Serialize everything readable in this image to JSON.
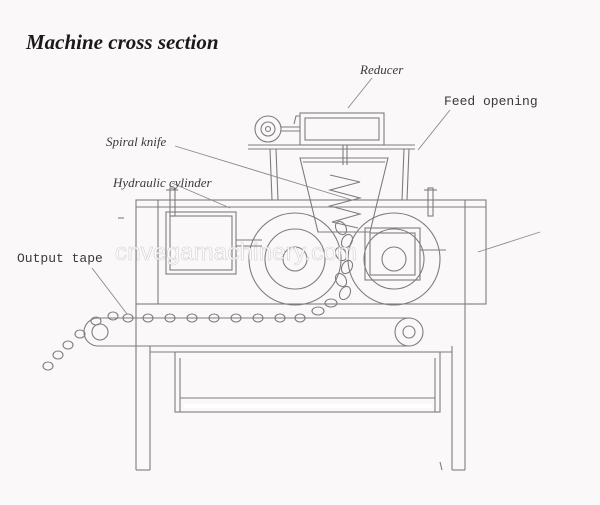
{
  "title": "Machine cross section",
  "labels": {
    "reducer": "Reducer",
    "feed_opening": "Feed opening",
    "spiral_knife": "Spiral knife",
    "hydraulic_cylinder": "Hydraulic cylinder",
    "output_tape": "Output tape"
  },
  "watermark": "cnvegamachinery.com",
  "colors": {
    "ink": "#7d7d7d",
    "background": "#fbf8fa"
  }
}
